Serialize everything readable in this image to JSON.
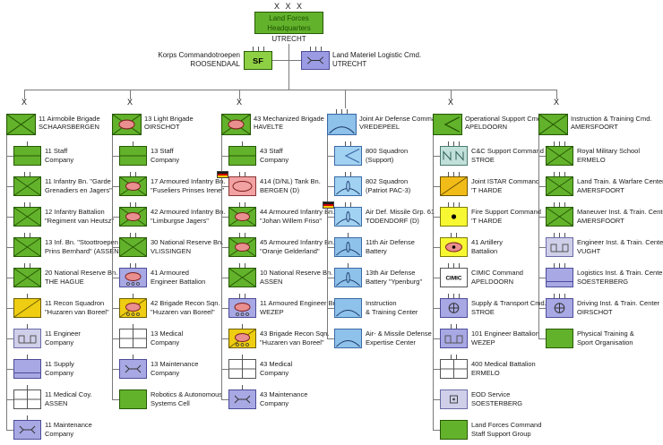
{
  "palette": {
    "green": "#63b22c",
    "green_light": "#8ed044",
    "lavender": "#a8a8e4",
    "lavender_light": "#cfcfea",
    "purple": "#9b9be4",
    "blue": "#8fc2ea",
    "blue_light": "#a2d2f2",
    "teal": "#c2e0da",
    "yellow": "#eecd12",
    "yellow_bright": "#f8f832",
    "orange": "#f2bc18",
    "pink": "#f2a2a2",
    "white": "#ffffff",
    "oval_fill": "#ea8f8f",
    "oval_stroke": "#7e2020",
    "line": "#7a7a7a"
  },
  "glyphs": {
    "cimic": "CIMIC",
    "sf": "SF"
  },
  "top": {
    "echelon": "X X X",
    "hq_l1": "Land Forces",
    "hq_l2": "Headquarters",
    "hq_loc": "UTRECHT",
    "left_unit": {
      "l1": "Korps Commandotroepen",
      "l2": "ROOSENDAAL",
      "sym": "sf",
      "color": "green_light",
      "ticks": 3
    },
    "right_unit": {
      "l1": "Land Materiel Logistic Cmd.",
      "l2": "UTRECHT",
      "sym": "wrench",
      "color": "purple",
      "ticks": 3
    }
  },
  "columns": [
    {
      "echelon": "X",
      "header": {
        "l1": "11 Airmobile Brigade",
        "l2": "SCHAARSBERGEN",
        "sym": "x",
        "color": "green",
        "ticks": 0
      },
      "children": [
        {
          "l1": "11 Staff",
          "l2": "Company",
          "sym": "hline",
          "color": "green",
          "ticks": 1
        },
        {
          "l1": "11 Infantry Bn. \"Garde",
          "l2": "Grenadiers en Jagers\"",
          "sym": "x",
          "color": "green",
          "ticks": 2
        },
        {
          "l1": "12 Infantry Battalion",
          "l2": "\"Regiment van Heutsz\"",
          "sym": "x",
          "color": "green",
          "ticks": 2
        },
        {
          "l1": "13 Inf. Bn. \"Stoottroepen",
          "l2": "Prins Bernhard\" (ASSEN)",
          "sym": "x",
          "color": "green",
          "ticks": 2
        },
        {
          "l1": "20 National Reserve Bn.",
          "l2": "THE HAGUE",
          "sym": "x",
          "color": "green",
          "ticks": 2
        },
        {
          "l1": "11 Recon Squadron",
          "l2": "\"Huzaren van Boreel\"",
          "sym": "diag",
          "color": "yellow",
          "ticks": 1
        },
        {
          "l1": "11 Engineer",
          "l2": "Company",
          "sym": "castle",
          "color": "lavender_light",
          "ticks": 1
        },
        {
          "l1": "11 Supply",
          "l2": "Company",
          "sym": "supply",
          "color": "lavender",
          "ticks": 1
        },
        {
          "l1": "11 Medical Coy.",
          "l2": "ASSEN",
          "sym": "cross",
          "color": "white",
          "ticks": 1
        },
        {
          "l1": "11 Maintenance",
          "l2": "Company",
          "sym": "wrench",
          "color": "lavender",
          "ticks": 1
        }
      ]
    },
    {
      "echelon": "X",
      "header": {
        "l1": "13 Light Brigade",
        "l2": "OIRSCHOT",
        "sym": "xoval",
        "color": "green",
        "ticks": 0
      },
      "children": [
        {
          "l1": "13 Staff",
          "l2": "Company",
          "sym": "hline",
          "color": "green",
          "ticks": 1
        },
        {
          "l1": "17 Armoured Infantry Bn.",
          "l2": "\"Fuseliers Prinses Irene\"",
          "sym": "xoval",
          "color": "green",
          "ticks": 2
        },
        {
          "l1": "42 Armoured Infantry Bn.",
          "l2": "\"Limburgse Jagers\"",
          "sym": "xoval",
          "color": "green",
          "ticks": 2
        },
        {
          "l1": "30 National Reserve Bn.",
          "l2": "VLISSINGEN",
          "sym": "x",
          "color": "green",
          "ticks": 2
        },
        {
          "l1": "41 Armoured",
          "l2": "Engineer Battalion",
          "sym": "ovalwheels",
          "color": "lavender",
          "ticks": 2
        },
        {
          "l1": "42 Brigade Recon Sqn.",
          "l2": "\"Huzaren van Boreel\"",
          "sym": "diagoval",
          "color": "yellow",
          "ticks": 1
        },
        {
          "l1": "13 Medical",
          "l2": "Company",
          "sym": "cross",
          "color": "white",
          "ticks": 1
        },
        {
          "l1": "13 Maintenance",
          "l2": "Company",
          "sym": "wrench",
          "color": "lavender",
          "ticks": 1
        },
        {
          "l1": "Robotics & Autonomous",
          "l2": "Systems Cell",
          "sym": "none",
          "color": "green",
          "ticks": 0
        }
      ]
    },
    {
      "echelon": "X",
      "header": {
        "l1": "43 Mechanized Brigade",
        "l2": "HAVELTE",
        "sym": "xoval",
        "color": "green",
        "ticks": 0
      },
      "children": [
        {
          "l1": "43 Staff",
          "l2": "Company",
          "sym": "hline",
          "color": "green",
          "ticks": 1
        },
        {
          "l1": "414 (D/NL) Tank Bn.",
          "l2": "BERGEN (D)",
          "sym": "oval",
          "color": "pink",
          "ticks": 2,
          "flag": "de"
        },
        {
          "l1": "44 Armoured Infantry Bn.",
          "l2": "\"Johan Willem Friso\"",
          "sym": "xoval",
          "color": "green",
          "ticks": 2
        },
        {
          "l1": "45 Armoured Infantry Bn.",
          "l2": "\"Oranje Gelderland\"",
          "sym": "xoval",
          "color": "green",
          "ticks": 2
        },
        {
          "l1": "10 National Reserve Bn.",
          "l2": "ASSEN",
          "sym": "x",
          "color": "green",
          "ticks": 2
        },
        {
          "l1": "11 Armoured Engineer Bn.",
          "l2": "WEZEP",
          "sym": "ovalwheels",
          "color": "lavender",
          "ticks": 2
        },
        {
          "l1": "43 Brigade Recon Sqn.",
          "l2": "\"Huzaren van Boreel\"",
          "sym": "diagoval",
          "color": "yellow",
          "ticks": 1
        },
        {
          "l1": "43 Medical",
          "l2": "Company",
          "sym": "cross",
          "color": "white",
          "ticks": 1
        },
        {
          "l1": "43 Maintenance",
          "l2": "Company",
          "sym": "wrench",
          "color": "lavender",
          "ticks": 1
        }
      ]
    },
    {
      "echelon": "",
      "header": {
        "l1": "Joint Air Defense Command",
        "l2": "VREDEPEEL",
        "sym": "dome",
        "color": "blue",
        "ticks": 3
      },
      "children": [
        {
          "l1": "800 Squadron",
          "l2": "(Support)",
          "sym": "chevleft",
          "color": "blue_light",
          "ticks": 2
        },
        {
          "l1": "802 Squadron",
          "l2": "(Patriot PAC-3)",
          "sym": "domemissile",
          "color": "blue_light",
          "ticks": 2
        },
        {
          "l1": "Air Def. Missile Grp. 61",
          "l2": "TODENDORF (D)",
          "sym": "domemissile",
          "color": "blue_light",
          "ticks": 2,
          "flag": "de"
        },
        {
          "l1": "11th Air Defense",
          "l2": "Battery",
          "sym": "domemissile",
          "color": "blue",
          "ticks": 1
        },
        {
          "l1": "13th Air Defense",
          "l2": "Battery \"Ypenburg\"",
          "sym": "domemissile",
          "color": "blue",
          "ticks": 1
        },
        {
          "l1": "Instruction",
          "l2": "& Training Center",
          "sym": "dome",
          "color": "blue",
          "ticks": 0
        },
        {
          "l1": "Air- & Missile Defense",
          "l2": "Expertise Center",
          "sym": "dome",
          "color": "blue",
          "ticks": 0
        }
      ]
    },
    {
      "echelon": "X",
      "header": {
        "l1": "Operational Support Cmd.",
        "l2": "APELDOORN",
        "sym": "chevleft",
        "color": "green",
        "ticks": 0
      },
      "children": [
        {
          "l1": "C&C Support Command",
          "l2": "STROE",
          "sym": "zigzag",
          "color": "teal",
          "ticks": 3
        },
        {
          "l1": "Joint ISTAR Command",
          "l2": "'T HARDE",
          "sym": "diag",
          "color": "orange",
          "ticks": 3
        },
        {
          "l1": "Fire Support Command",
          "l2": "'T HARDE",
          "sym": "dot",
          "color": "yellow_bright",
          "ticks": 3
        },
        {
          "l1": "41 Artillery",
          "l2": "Battalion",
          "sym": "ovaldot",
          "color": "yellow_bright",
          "ticks": 2
        },
        {
          "l1": "CIMIC Command",
          "l2": "APELDOORN",
          "sym": "cimic",
          "color": "white",
          "ticks": 3
        },
        {
          "l1": "Supply & Transport Cmd.",
          "l2": "STROE",
          "sym": "pluscircle",
          "color": "lavender",
          "ticks": 3
        },
        {
          "l1": "101 Engineer Battalion",
          "l2": "WEZEP",
          "sym": "castle",
          "color": "lavender",
          "ticks": 2
        },
        {
          "l1": "400 Medical Battalion",
          "l2": "ERMELO",
          "sym": "cross",
          "color": "white",
          "ticks": 2
        },
        {
          "l1": "EOD Service",
          "l2": "SOESTERBERG",
          "sym": "eod",
          "color": "lavender_light",
          "ticks": 0
        },
        {
          "l1": "Land Forces Command",
          "l2": "Staff Support Group",
          "sym": "none",
          "color": "green",
          "ticks": 0
        }
      ]
    },
    {
      "echelon": "X",
      "header": {
        "l1": "Instruction & Training Cmd.",
        "l2": "AMERSFOORT",
        "sym": "x",
        "color": "green",
        "ticks": 0
      },
      "children": [
        {
          "l1": "Royal Military School",
          "l2": "ERMELO",
          "sym": "x",
          "color": "green",
          "ticks": 3
        },
        {
          "l1": "Land Train. & Warfare Center",
          "l2": "AMERSFOORT",
          "sym": "x",
          "color": "green",
          "ticks": 3
        },
        {
          "l1": "Maneuver Inst. & Train. Center",
          "l2": "AMERSFOORT",
          "sym": "x",
          "color": "green",
          "ticks": 3
        },
        {
          "l1": "Engineer Inst. & Train. Center",
          "l2": "VUGHT",
          "sym": "castle",
          "color": "lavender_light",
          "ticks": 3
        },
        {
          "l1": "Logistics Inst. & Train. Center",
          "l2": "SOESTERBERG",
          "sym": "supply",
          "color": "lavender",
          "ticks": 3
        },
        {
          "l1": "Driving Inst. & Train. Center",
          "l2": "OIRSCHOT",
          "sym": "pluscircle",
          "color": "lavender",
          "ticks": 3
        },
        {
          "l1": "Physical Training &",
          "l2": "Sport Organisation",
          "sym": "none",
          "color": "green",
          "ticks": 0
        }
      ]
    }
  ]
}
